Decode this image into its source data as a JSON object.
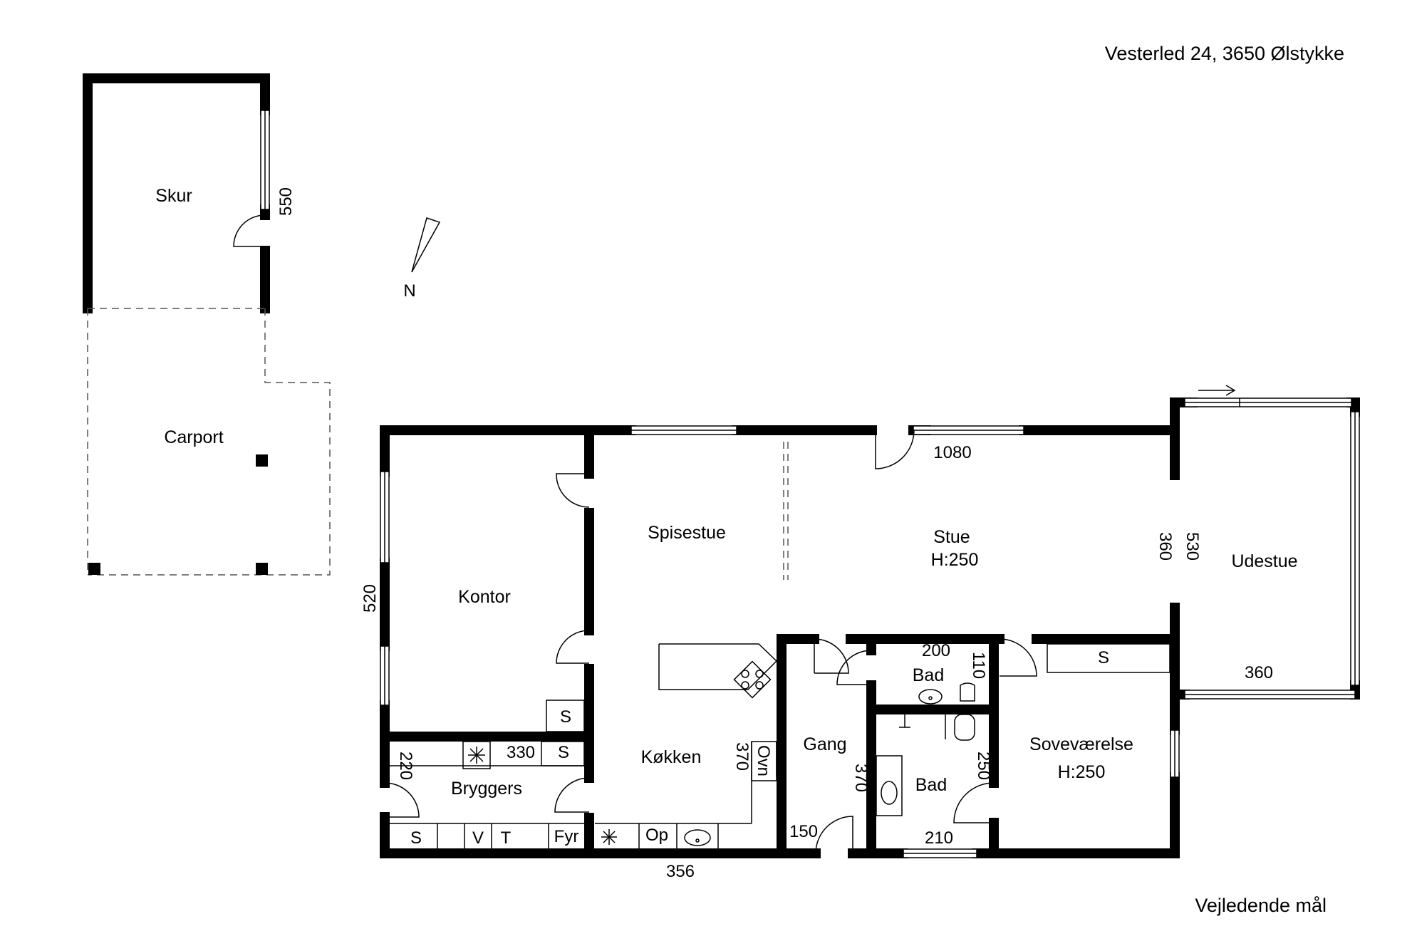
{
  "header": {
    "address": "Vesterled 24, 3650 Ølstykke"
  },
  "footer": {
    "note": "Vejledende mål"
  },
  "compass": {
    "label": "N"
  },
  "rooms": {
    "skur": "Skur",
    "carport": "Carport",
    "kontor": "Kontor",
    "spisestue": "Spisestue",
    "stue": "Stue",
    "stue_height": "H:250",
    "udestue": "Udestue",
    "kokken": "Køkken",
    "bryggers": "Bryggers",
    "gang": "Gang",
    "bad_upper": "Bad",
    "bad_lower": "Bad",
    "sovevaerelse": "Soveværelse",
    "sovevaerelse_height": "H:250"
  },
  "dimensions": {
    "skur_550": "550",
    "stue_1080": "1080",
    "udestue_360_v": "360",
    "udestue_530": "530",
    "udestue_360_h": "360",
    "kontor_520": "520",
    "bad_200": "200",
    "bad_110": "110",
    "bryggers_330": "330",
    "bryggers_220": "220",
    "kokken_370": "370",
    "gang_370": "370",
    "bad_250": "250",
    "gang_150": "150",
    "bad_210": "210",
    "bottom_356": "356"
  },
  "fixtures": {
    "s_kontor": "S",
    "s_bryggers": "S",
    "s_bottom": "S",
    "v": "V",
    "t": "T",
    "fyr": "Fyr",
    "op": "Op",
    "ovn": "Ovn",
    "s_sove": "S"
  }
}
